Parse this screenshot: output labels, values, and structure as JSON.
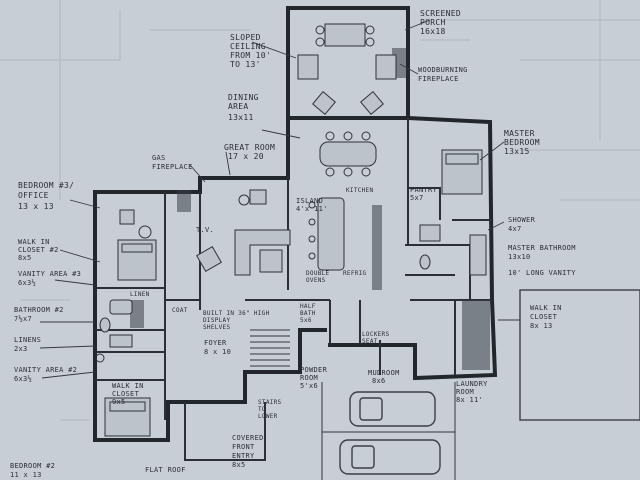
{
  "labels": {
    "screened_porch": [
      "SCREENED",
      "PORCH",
      "16x18"
    ],
    "sloped_ceiling": [
      "SLOPED",
      "CEILING",
      "FROM 10'",
      "TO 13'"
    ],
    "woodburning_fireplace": [
      "WOODBURNING",
      "FIREPLACE"
    ],
    "dining_area": [
      "DINING",
      "AREA",
      "13x11"
    ],
    "master_bedroom": [
      "MASTER",
      "BEDROOM",
      "13x15"
    ],
    "great_room": [
      "GREAT ROOM",
      "17 x 20"
    ],
    "gas_fireplace": [
      "GAS",
      "FIREPLACE"
    ],
    "bedroom3": [
      "BEDROOM #3/",
      "OFFICE",
      "13 x 13"
    ],
    "tv": "T.V.",
    "island": [
      "ISLAND",
      "4'x 11'"
    ],
    "kitchen": "KITCHEN",
    "pantry": [
      "PANTRY",
      "5x7"
    ],
    "shower": [
      "SHOWER",
      "4x7"
    ],
    "master_bathroom": [
      "MASTER BATHROOM",
      "13x10"
    ],
    "vanity_10": "10' LONG VANITY",
    "walk_in_closet2": [
      "WALK IN",
      "CLOSET #2",
      "8x5"
    ],
    "vanity_area3": [
      "VANITY AREA #3",
      "6x3½"
    ],
    "bathroom2": [
      "BATHROOM #2",
      "7½x7"
    ],
    "linens": [
      "LINENS",
      "2x3"
    ],
    "vanity_area2": [
      "VANITY AREA #2",
      "6x3½"
    ],
    "walk_in_closet": [
      "WALK IN",
      "CLOSET",
      "9x5"
    ],
    "bedroom2": [
      "BEDROOM #2",
      "11 x 13"
    ],
    "foyer": [
      "FOYER",
      "8 x 10"
    ],
    "built_in": [
      "BUILT IN 36\" HIGH",
      "DISPLAY",
      "SHELVES"
    ],
    "half_bath": [
      "HALF",
      "BATH",
      "5x6"
    ],
    "double_ovens": [
      "DOUBLE",
      "OVENS"
    ],
    "refrig": "REFRIG",
    "coat": "COAT",
    "linen": "LINEN",
    "powder_room": [
      "POWDER",
      "ROOM",
      "5'x6"
    ],
    "mudroom": [
      "MUDROOM",
      "8x6"
    ],
    "laundry_room": [
      "LAUNDRY",
      "ROOM",
      "8x 11'"
    ],
    "walk_in_master": [
      "WALK IN",
      "CLOSET",
      "8x 13"
    ],
    "lockers": [
      "LOCKERS",
      "SEAT"
    ],
    "covered_entry": [
      "COVERED",
      "FRONT",
      "ENTRY",
      "8x5"
    ],
    "stairs": [
      "STAIRS",
      "TO",
      "LOWER"
    ],
    "flat_roof": "FLAT ROOF"
  }
}
